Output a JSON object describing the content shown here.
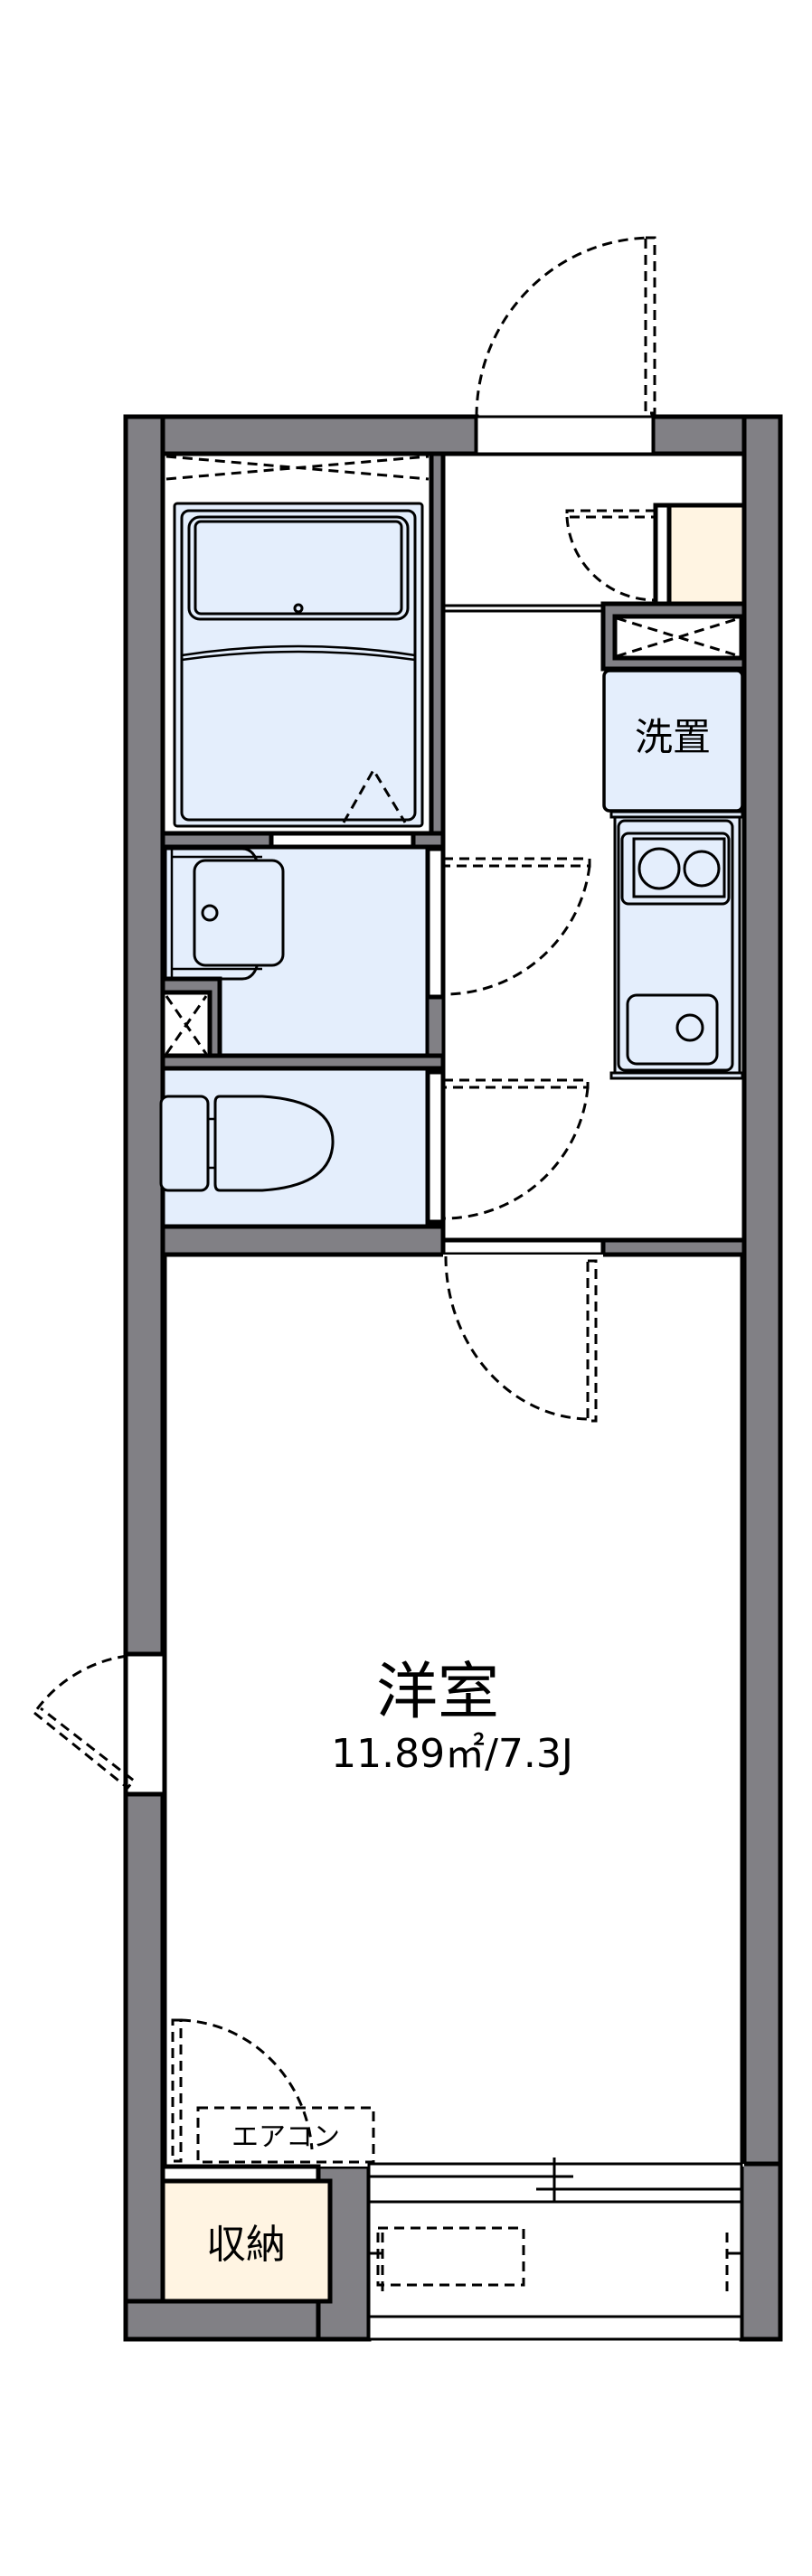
{
  "plan": {
    "colors": {
      "wall": "#818085",
      "wet_area": "#e4eefc",
      "storage": "#fff4e2",
      "floor": "#ffffff",
      "line": "#000000"
    },
    "rooms": {
      "western_room": {
        "label": "洋室",
        "area": "11.89㎡/7.3J"
      },
      "washer_space": {
        "label": "洗置"
      },
      "closet": {
        "label": "収納"
      },
      "air_conditioner": {
        "label": "エアコン"
      },
      "bathroom": {
        "label": ""
      },
      "washroom": {
        "label": ""
      },
      "toilet": {
        "label": ""
      },
      "kitchen": {
        "label": ""
      },
      "entrance": {
        "label": ""
      },
      "balcony": {
        "label": ""
      }
    }
  }
}
